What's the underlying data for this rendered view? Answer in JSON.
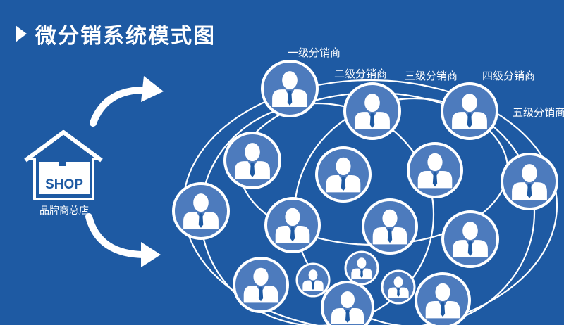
{
  "title": "微分销系统模式图",
  "shop": {
    "sign": "SHOP",
    "caption": "品牌商总店"
  },
  "levels": [
    {
      "id": "level1",
      "label": "一级分销商"
    },
    {
      "id": "level2",
      "label": "二级分销商"
    },
    {
      "id": "level3",
      "label": "三级分销商"
    },
    {
      "id": "level4",
      "label": "四级分销商"
    },
    {
      "id": "level5",
      "label": "五级分销商"
    }
  ],
  "colors": {
    "background": "#1e5aa3",
    "node_fill": "#4d7bbd",
    "line": "#ffffff",
    "text": "#ffffff"
  },
  "icons": [
    "triangle-play-icon",
    "shop-house-icon",
    "curved-arrow-icon",
    "person-icon"
  ]
}
